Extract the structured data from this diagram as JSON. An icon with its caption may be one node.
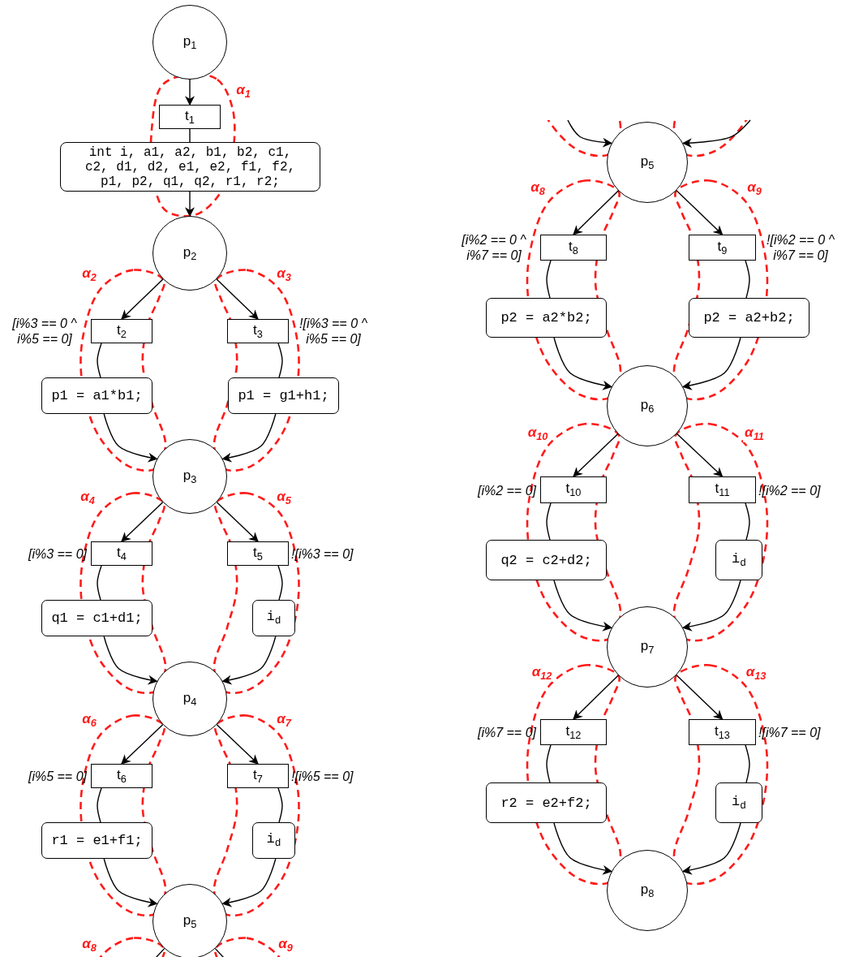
{
  "diagram": {
    "nodes": [
      {
        "text": [
          "p$_{1}$"
        ]
      },
      {
        "text": [
          "t$_{1}$"
        ]
      },
      {
        "text": [
          "int i, a1, a2, b1, b2, c1, c2, d1, d2, e1, e2, f1, f2, p1, p2, q1, q2, r1, r2;"
        ]
      },
      {
        "text": [
          "p$_{2}$"
        ]
      },
      {
        "text": [
          "t$_{2}$"
        ],
        "beside": [
          "[i%3 == 0 ^ i%5 == 0]"
        ]
      },
      {
        "text": [
          "t$_{3}$"
        ],
        "beside": [
          "![i%3 == 0 ^ i%5 == 0]"
        ]
      },
      {
        "text": [
          "p1 = a1*b1;"
        ]
      },
      {
        "text": [
          "p1 = g1+h1;"
        ]
      },
      {
        "text": [
          "p$_{3}$"
        ]
      },
      {
        "text": [
          "t$_{4}$"
        ],
        "beside": [
          "[i%3 == 0]"
        ]
      },
      {
        "text": [
          "t$_{5}$"
        ],
        "beside": [
          "![i%3 == 0]"
        ]
      },
      {
        "text": [
          "q1 = c1+d1;"
        ]
      },
      {
        "text": [
          "i$_{d}$"
        ]
      },
      {
        "text": [
          "p$_{4}$"
        ]
      },
      {
        "text": [
          "t$_{6}$"
        ],
        "beside": [
          "[i%5 == 0]"
        ]
      },
      {
        "text": [
          "t$_{7}$"
        ],
        "beside": [
          "![i%5 == 0]"
        ]
      },
      {
        "text": [
          "r1 = e1+f1;"
        ]
      },
      {
        "text": [
          "i$_{d}$"
        ]
      },
      {
        "text": [
          "p$_{5}$"
        ]
      },
      {
        "text": [
          "p$_{5}$"
        ]
      },
      {
        "text": [
          "t$_{8}$"
        ],
        "beside": [
          "[i%2 == 0 ^ i%7 == 0]"
        ]
      },
      {
        "text": [
          "t$_{9}$"
        ],
        "beside": [
          "![i%2 == 0 ^ i%7 == 0]"
        ]
      },
      {
        "text": [
          "p2 = a2*b2;"
        ]
      },
      {
        "text": [
          "p2 = a2+b2;"
        ]
      },
      {
        "text": [
          "p$_{6}$"
        ]
      },
      {
        "text": [
          "t$_{10}$"
        ],
        "beside": [
          "[i%2 == 0]"
        ]
      },
      {
        "text": [
          "t$_{11}$"
        ],
        "beside": [
          "![i%2 == 0]"
        ]
      },
      {
        "text": [
          "q2 = c2+d2;"
        ]
      },
      {
        "text": [
          "i$_{d}$"
        ]
      },
      {
        "text": [
          "p$_{7}$"
        ]
      },
      {
        "text": [
          "t$_{12}$"
        ],
        "beside": [
          "[i%7 == 0]"
        ]
      },
      {
        "text": [
          "t$_{13}$"
        ],
        "beside": [
          "![i%7 == 0]"
        ]
      },
      {
        "text": [
          "r2 = e2+f2;"
        ]
      },
      {
        "text": [
          "i$_{d}$"
        ]
      },
      {
        "text": [
          "p$_{8}$"
        ]
      }
    ],
    "edges": [
      {
        "from": 0,
        "to": 1,
        "arrow": "to"
      },
      {
        "from": 1,
        "to": 2,
        "arrow": "none"
      },
      {
        "from": 2,
        "to": 3,
        "arrow": "to"
      },
      {
        "from": 3,
        "to": 4,
        "arrow": "to"
      },
      {
        "from": 3,
        "to": 5,
        "arrow": "to"
      },
      {
        "from": 4,
        "to": 6,
        "arrow": "none"
      },
      {
        "from": 5,
        "to": 7,
        "arrow": "none"
      },
      {
        "from": 6,
        "to": 8,
        "arrow": "to"
      },
      {
        "from": 7,
        "to": 8,
        "arrow": "to"
      },
      {
        "from": 8,
        "to": 9,
        "arrow": "to"
      },
      {
        "from": 8,
        "to": 10,
        "arrow": "to"
      },
      {
        "from": 9,
        "to": 11,
        "arrow": "none"
      },
      {
        "from": 10,
        "to": 12,
        "arrow": "none"
      },
      {
        "from": 11,
        "to": 13,
        "arrow": "to"
      },
      {
        "from": 12,
        "to": 13,
        "arrow": "to"
      },
      {
        "from": 13,
        "to": 14,
        "arrow": "to"
      },
      {
        "from": 13,
        "to": 15,
        "arrow": "to"
      },
      {
        "from": 14,
        "to": 16,
        "arrow": "none"
      },
      {
        "from": 15,
        "to": 17,
        "arrow": "none"
      },
      {
        "from": 16,
        "to": 18,
        "arrow": "to"
      },
      {
        "from": 17,
        "to": 18,
        "arrow": "to"
      },
      {
        "from": 18,
        "to": null,
        "arrow": "none"
      },
      {
        "from": 18,
        "to": null,
        "arrow": "none"
      },
      {
        "from": null,
        "to": 19,
        "arrow": "to"
      },
      {
        "from": null,
        "to": 19,
        "arrow": "to"
      },
      {
        "from": 19,
        "to": 20,
        "arrow": "to"
      },
      {
        "from": 19,
        "to": 21,
        "arrow": "to"
      },
      {
        "from": 20,
        "to": 22,
        "arrow": "none"
      },
      {
        "from": 21,
        "to": 23,
        "arrow": "none"
      },
      {
        "from": 22,
        "to": 24,
        "arrow": "to"
      },
      {
        "from": 23,
        "to": 24,
        "arrow": "to"
      },
      {
        "from": 24,
        "to": 25,
        "arrow": "to"
      },
      {
        "from": 24,
        "to": 26,
        "arrow": "to"
      },
      {
        "from": 25,
        "to": 27,
        "arrow": "none"
      },
      {
        "from": 26,
        "to": 28,
        "arrow": "none"
      },
      {
        "from": 27,
        "to": 29,
        "arrow": "to"
      },
      {
        "from": 28,
        "to": 29,
        "arrow": "to"
      },
      {
        "from": 29,
        "to": 30,
        "arrow": "to"
      },
      {
        "from": 29,
        "to": 31,
        "arrow": "to"
      },
      {
        "from": 30,
        "to": 32,
        "arrow": "none"
      },
      {
        "from": 31,
        "to": 33,
        "arrow": "none"
      },
      {
        "from": 32,
        "to": 34,
        "arrow": "to"
      },
      {
        "from": 33,
        "to": 34,
        "arrow": "to"
      }
    ],
    "labels": [
      "α$_{1}$",
      "α$_{2}$",
      "α$_{3}$",
      "α$_{4}$",
      "α$_{5}$",
      "α$_{6}$",
      "α$_{7}$",
      "α$_{8}$",
      "α$_{9}$",
      "α$_{8}$",
      "α$_{9}$",
      "α$_{10}$",
      "α$_{11}$",
      "α$_{12}$",
      "α$_{13}$"
    ]
  }
}
